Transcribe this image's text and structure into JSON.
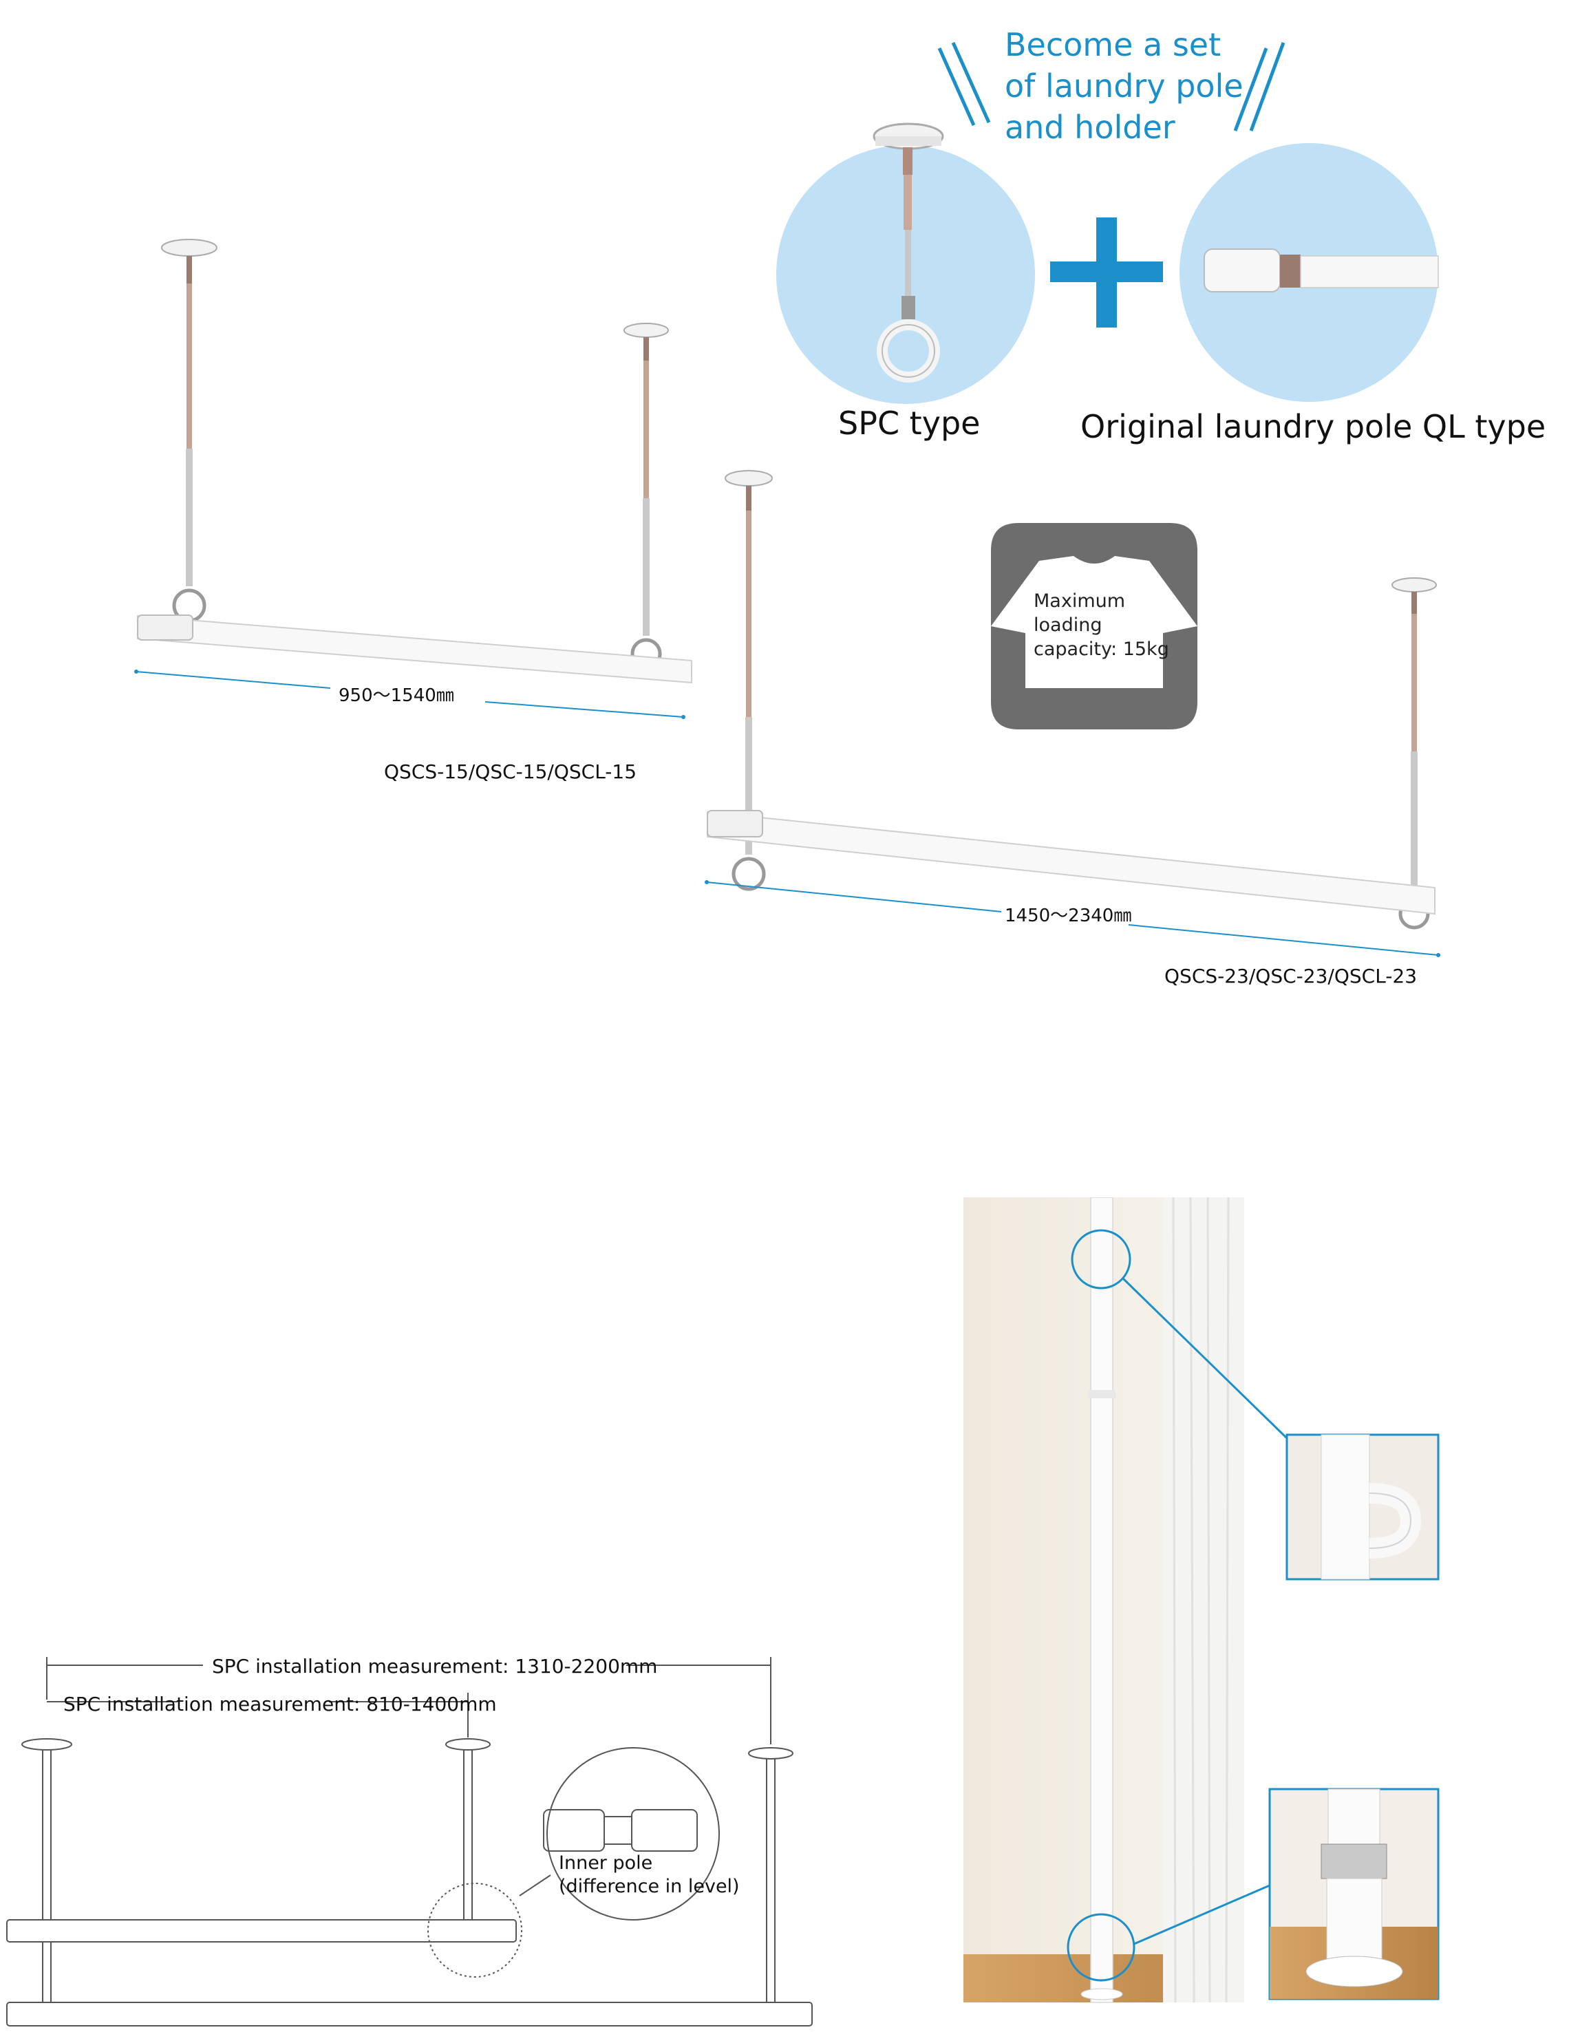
{
  "set": {
    "heading_lines": [
      "Become a set",
      "of laundry pole",
      "and holder"
    ],
    "spc_label": "SPC type",
    "pole_label": "Original laundry pole QL type",
    "accent_color": "#1b8fc9",
    "circle_color": "#bfe0f5"
  },
  "badge": {
    "text_lines": [
      "Maximum",
      "loading",
      "capacity: 15kg"
    ],
    "icon": "shirt-icon",
    "color": "#6d6d6d"
  },
  "product_small": {
    "range": "950〜1540㎜",
    "models": "QSCS-15/QSC-15/QSCL-15"
  },
  "product_large": {
    "range": "1450〜2340㎜",
    "models": "QSCS-23/QSC-23/QSCL-23"
  },
  "diagram": {
    "measure_long": "SPC installation measurement: 1310-2200mm",
    "measure_short": "SPC installation measurement: 810-1400mm",
    "inner_pole_lines": [
      "Inner pole",
      "(difference in level)"
    ]
  },
  "photo": {
    "icon": "wall-pole-photo",
    "callout_color": "#1b8fc9"
  }
}
